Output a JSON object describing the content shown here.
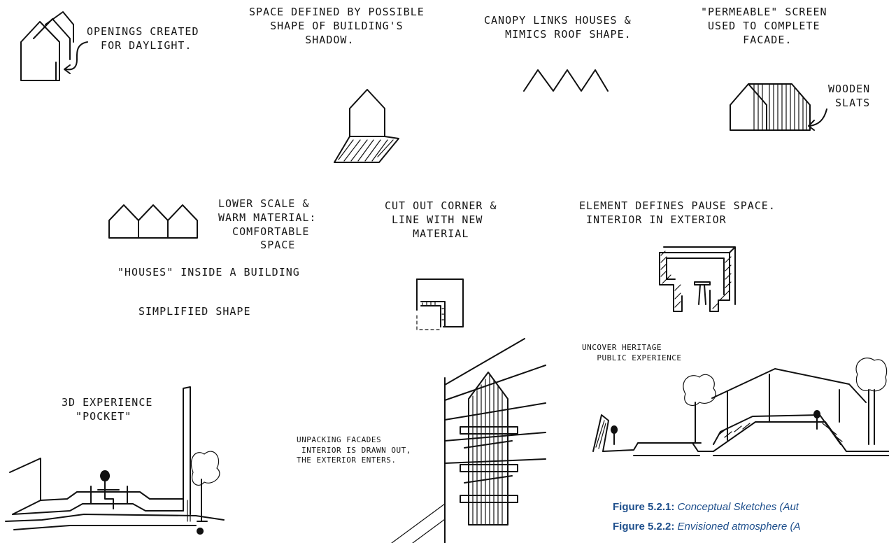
{
  "annotations": {
    "openings": "OPENINGS CREATED\n  FOR DAYLIGHT.",
    "shadow": "SPACE DEFINED BY POSSIBLE\n   SHAPE OF BUILDING'S\n        SHADOW.",
    "canopy": "CANOPY LINKS HOUSES &\n   MIMICS ROOF SHAPE.",
    "permeable": "\"PERMEABLE\" SCREEN\n USED TO COMPLETE\n      FACADE.",
    "wooden_slats": "WOODEN\n SLATS",
    "lower_scale": "LOWER SCALE &\nWARM MATERIAL:\n  COMFORTABLE\n      SPACE",
    "houses_inside": "\"HOUSES\" INSIDE A BUILDING",
    "simplified": "SIMPLIFIED SHAPE",
    "cut_out": "CUT OUT CORNER &\n LINE WITH NEW\n    MATERIAL",
    "pause_space": "ELEMENT DEFINES PAUSE SPACE.\n INTERIOR IN EXTERIOR",
    "uncover": "UNCOVER HERITAGE\n   PUBLIC EXPERIENCE",
    "experience_3d": "3D EXPERIENCE\n  \"POCKET\"",
    "unpacking": "UNPACKING FACADES\n INTERIOR IS DRAWN OUT,\nTHE EXTERIOR ENTERS."
  },
  "captions": [
    {
      "label": "Figure 5.2.1:",
      "text": " Conceptual Sketches (Aut"
    },
    {
      "label": "Figure 5.2.2:",
      "text": " Envisioned atmosphere (A"
    }
  ]
}
